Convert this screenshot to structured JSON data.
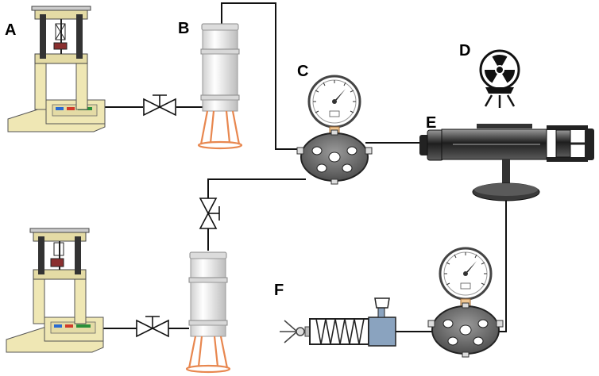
{
  "labels": {
    "A": "A",
    "B": "B",
    "C": "C",
    "D": "D",
    "E": "E",
    "F": "F"
  },
  "icons": {
    "press_machine": "press-icon",
    "valve": "valve-icon",
    "accumulator": "cylinder-icon",
    "pressure_gauge": "gauge-icon",
    "radiation_source": "radiation-icon",
    "xray_core_holder": "core-holder-icon",
    "piston_pump": "pump-icon"
  },
  "colors": {
    "press_body": "#efe7b4",
    "cylinder_body": "#e6e6e6",
    "stand": "#e8874f",
    "manifold": "#6f6f6f",
    "pump_box": "#8aa3bf",
    "pipe": "#111111"
  }
}
